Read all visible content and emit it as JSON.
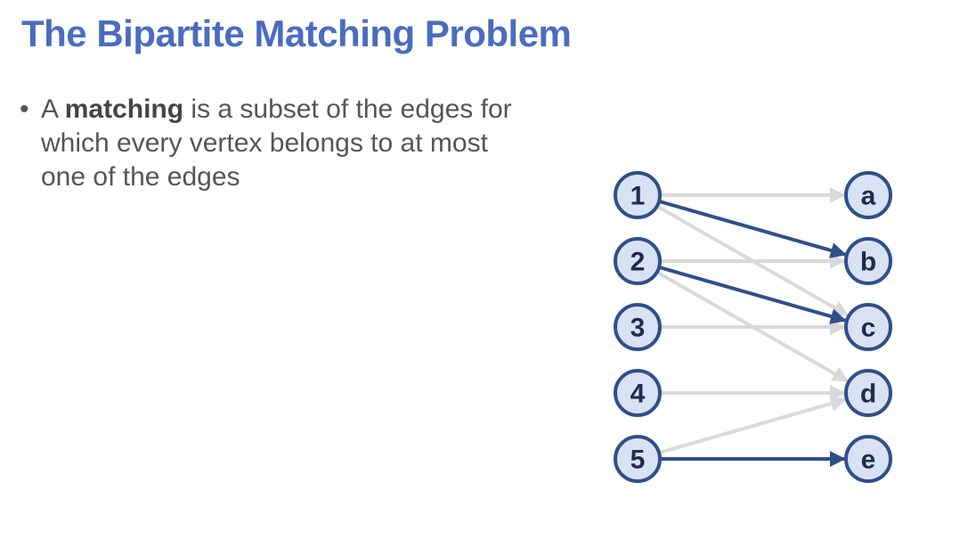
{
  "slide": {
    "title": "The Bipartite Matching Problem",
    "bullet": {
      "marker": "•",
      "prefix": "A ",
      "emphasis": "matching",
      "suffix": " is a subset of the edges for which every vertex belongs to at most one of the edges"
    }
  },
  "graph": {
    "left_nodes": [
      "1",
      "2",
      "3",
      "4",
      "5"
    ],
    "right_nodes": [
      "a",
      "b",
      "c",
      "d",
      "e"
    ],
    "edges": [
      {
        "from": "1",
        "to": "a",
        "matched": false
      },
      {
        "from": "1",
        "to": "c",
        "matched": false
      },
      {
        "from": "2",
        "to": "b",
        "matched": false
      },
      {
        "from": "2",
        "to": "d",
        "matched": false
      },
      {
        "from": "3",
        "to": "c",
        "matched": false
      },
      {
        "from": "4",
        "to": "d",
        "matched": false
      },
      {
        "from": "5",
        "to": "d",
        "matched": false
      },
      {
        "from": "1",
        "to": "b",
        "matched": true
      },
      {
        "from": "2",
        "to": "c",
        "matched": true
      },
      {
        "from": "5",
        "to": "e",
        "matched": true
      }
    ],
    "colors": {
      "node_fill": "#d9e1f4",
      "node_stroke": "#2f4f8a",
      "label": "#1e2c4e",
      "edge_unmatched": "#d9d9d9",
      "edge_matched": "#2f4f8a"
    }
  }
}
